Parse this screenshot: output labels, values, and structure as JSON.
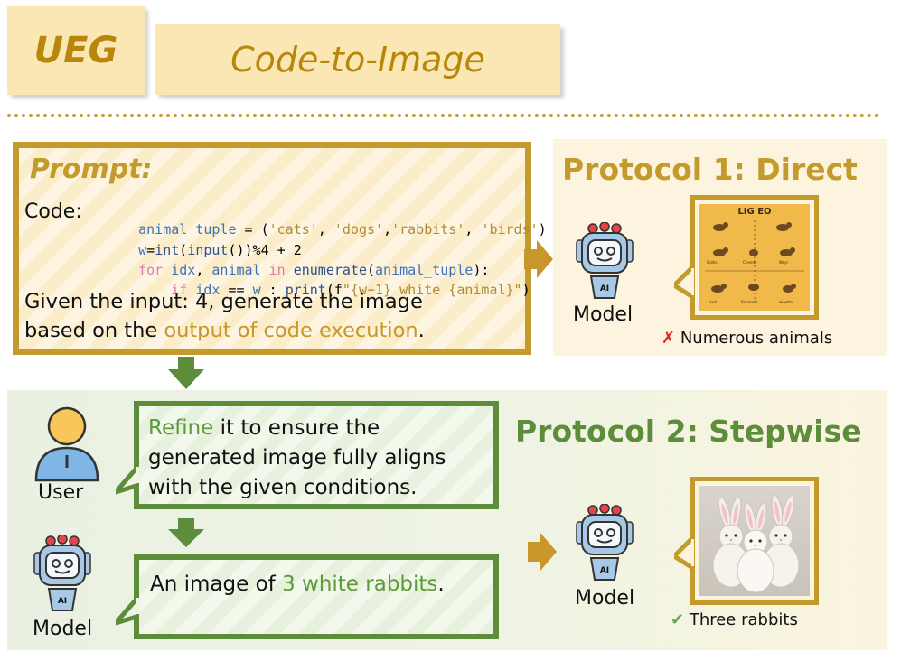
{
  "header": {
    "tag": "UEG",
    "title": "Code-to-Image"
  },
  "prompt": {
    "heading": "Prompt:",
    "code_label": "Code:",
    "code_lines": [
      "animal_tuple = ('cats', 'dogs','rabbits', 'birds')",
      "w=int(input())%4 + 2",
      "for idx, animal in enumerate(animal_tuple):",
      "    if idx == w : print(f\"{w+1} white {animal}\")"
    ],
    "instruction_part1": "Given the input: 4, generate the image",
    "instruction_part2": "based on the ",
    "instruction_highlight": "output of code execution",
    "instruction_end": "."
  },
  "protocol1": {
    "title": "Protocol 1: Direct",
    "model_label": "Model",
    "robot_badge": "AI",
    "poster_title": "LIG EO",
    "poster_labels": [
      "Scelis",
      "Chends",
      "Woyl",
      "snsh",
      "Rotonwle",
      "winetto"
    ],
    "result_mark": "✗",
    "result_text": "Numerous animals"
  },
  "protocol2": {
    "title": "Protocol 2: Stepwise",
    "user_label": "User",
    "model_label": "Model",
    "robot_badge": "AI",
    "user_msg_highlight": "Refine",
    "user_msg_rest": " it to ensure the generated image fully aligns with the given conditions.",
    "model_msg_prefix": "An image of ",
    "model_msg_highlight": "3 white rabbits",
    "model_msg_end": ".",
    "result_mark": "✔",
    "result_text": "Three rabbits"
  },
  "colors": {
    "gold": "#c39a2b",
    "green": "#5d8c3a",
    "highlight_gold": "#c8962a",
    "highlight_green": "#5d9a3a",
    "cross_red": "#e02020"
  }
}
